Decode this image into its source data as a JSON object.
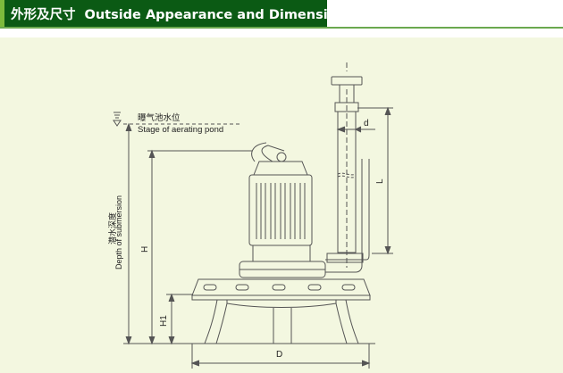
{
  "header": {
    "title_cn": "外形及尺寸",
    "title_en": "Outside Appearance and Dimensions"
  },
  "drawing": {
    "water_level_cn": "曝气池水位",
    "water_level_en": "Stage of aerating pond",
    "depth_cn": "潜水深度",
    "depth_en": "Depth of submersion",
    "dim_H": "H",
    "dim_H1": "H1",
    "dim_D": "D",
    "dim_d": "d",
    "dim_L": "L"
  },
  "colors": {
    "header_bg": "#0b5a14",
    "header_accent": "#7dbb3c",
    "panel_bg": "#f3f7e0",
    "line": "#555555"
  }
}
